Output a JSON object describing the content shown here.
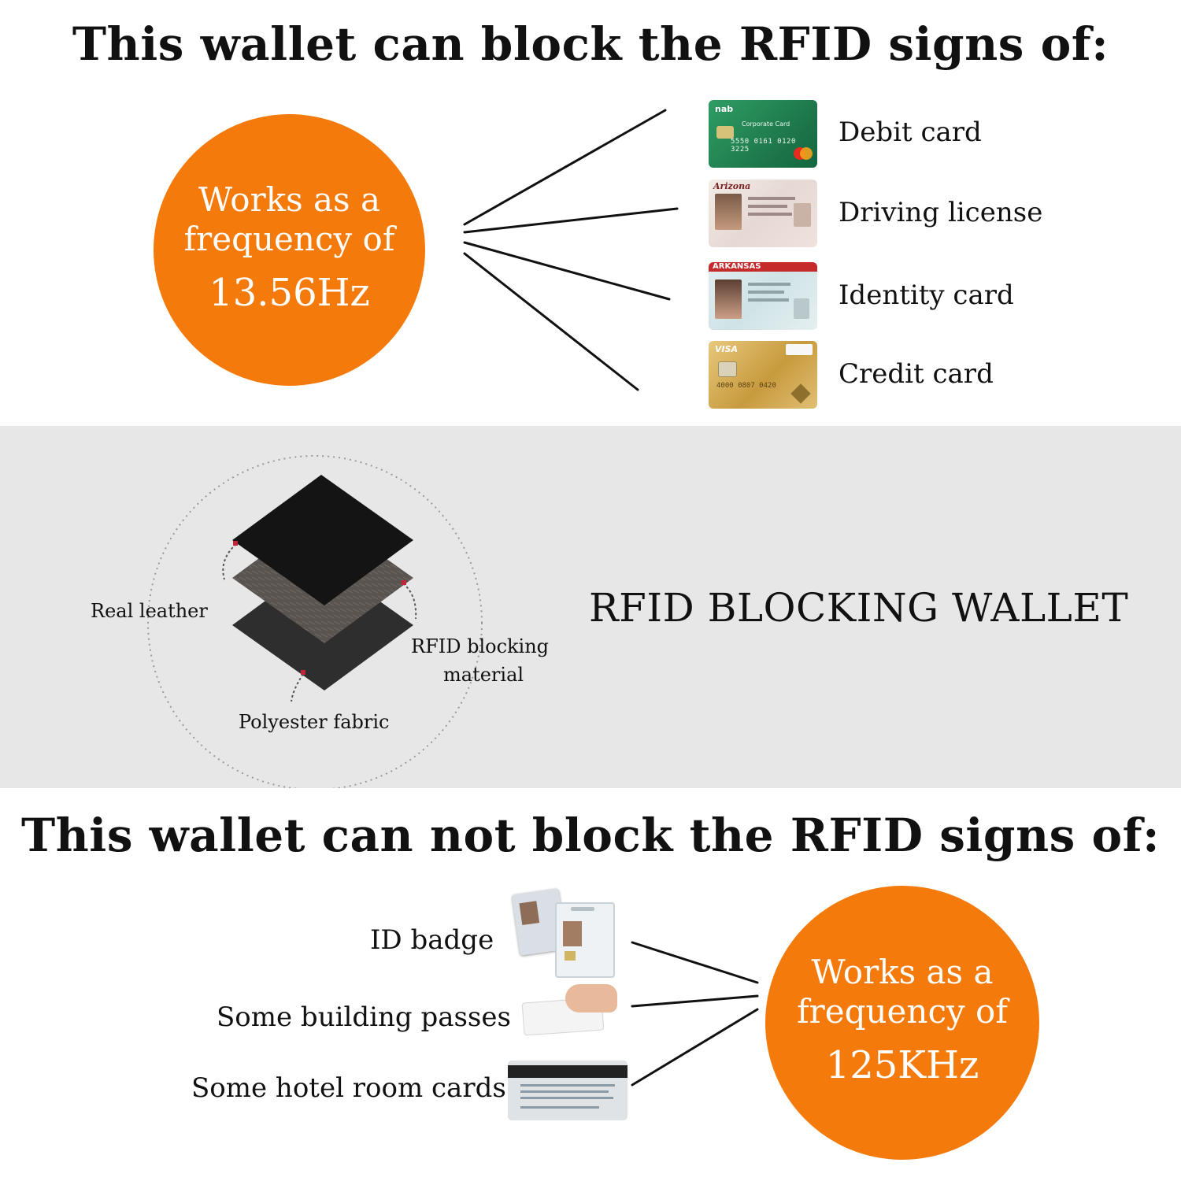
{
  "top": {
    "heading": "This wallet can block the RFID signs of:",
    "circle": {
      "line1": "Works as a",
      "line2": "frequency of",
      "freq": "13.56Hz"
    },
    "items": [
      {
        "label": "Debit card",
        "icon": "debit-card-image",
        "card_text": "nab",
        "card_sub": "Corporate Card",
        "card_number": "5550 0161 0120 3225"
      },
      {
        "label": "Driving license",
        "icon": "driving-license-image",
        "card_text": "Arizona"
      },
      {
        "label": "Identity card",
        "icon": "identity-card-image",
        "card_text": "ARKANSAS"
      },
      {
        "label": "Credit card",
        "icon": "credit-card-image",
        "card_text": "VISA",
        "card_number": "4000 0807 0420"
      }
    ]
  },
  "middle": {
    "title": "RFID BLOCKING WALLET",
    "layers": [
      {
        "label": "Real leather",
        "color": "#141414"
      },
      {
        "label": "RFID blocking",
        "label2": "material",
        "color": "#5a5450"
      },
      {
        "label": "Polyester fabric",
        "color": "#2e2e2e"
      }
    ]
  },
  "bottom": {
    "heading": "This wallet can not block the RFID signs of:",
    "circle": {
      "line1": "Works as a",
      "line2": "frequency of",
      "freq": "125KHz"
    },
    "items": [
      {
        "label": "ID badge",
        "icon": "id-badge-image"
      },
      {
        "label": "Some building passes",
        "icon": "building-pass-image"
      },
      {
        "label": "Some hotel room cards",
        "icon": "hotel-card-image"
      }
    ]
  },
  "colors": {
    "accent": "#f57a0c",
    "band": "#e7e7e7",
    "text": "#111111"
  }
}
